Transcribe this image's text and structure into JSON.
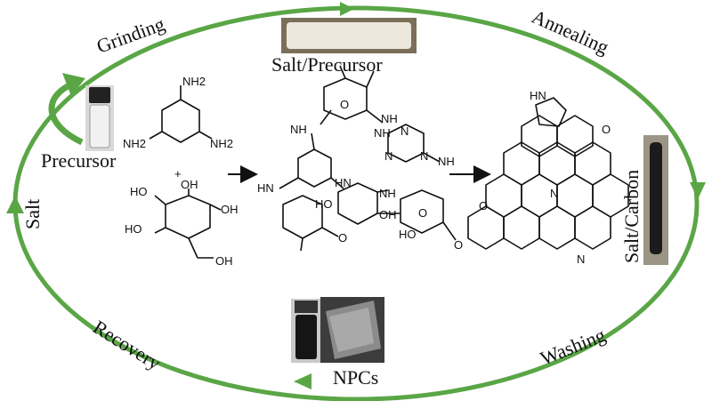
{
  "cycle": {
    "steps": {
      "grinding": "Grinding",
      "annealing": "Annealing",
      "washing": "Washing",
      "recovery": "Recovery",
      "salt": "Salt"
    },
    "products": {
      "salt_precursor": "Salt/Precursor",
      "salt_carbon": "Salt/Carbon",
      "precursor": "Precursor",
      "npcs": "NPCs"
    },
    "arrow_color": "#5aa646"
  },
  "chemistry": {
    "plus": "+",
    "melamine_labels": [
      "NH2",
      "NH2",
      "NH2"
    ],
    "glucose_labels": [
      "HO",
      "OH",
      "HO",
      "OH",
      "OH"
    ],
    "network_labels": [
      "NH",
      "NH",
      "HN",
      "HN",
      "NH",
      "NH",
      "HO",
      "OH",
      "O",
      "O",
      "O",
      "HO",
      "O",
      "NH",
      "N",
      "N",
      "N"
    ],
    "carbon_labels": [
      "HN",
      "O",
      "O",
      "N",
      "N"
    ]
  }
}
